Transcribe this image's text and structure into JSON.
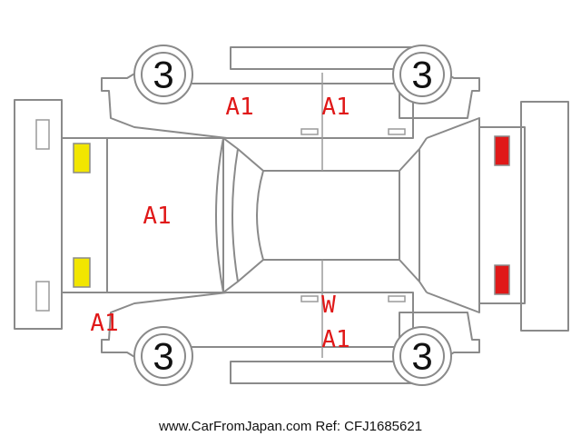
{
  "colors": {
    "outline": "#8a8a8a",
    "damage_code": "#e01818",
    "front_lamp": "#f2e600",
    "rear_lamp": "#e01818",
    "text": "#111111"
  },
  "wheels": {
    "front_left": "3",
    "front_right": "3",
    "rear_left": "3",
    "rear_right": "3"
  },
  "damage_marks": {
    "front_door_upper": "A1",
    "rear_door_upper": "A1",
    "hood": "A1",
    "front_bumper_corner": "A1",
    "rear_door_lower_w": "W",
    "rear_door_lower_a": "A1"
  },
  "footer": {
    "watermark": "www.CarFromJapan.com Ref: CFJ1685621"
  }
}
